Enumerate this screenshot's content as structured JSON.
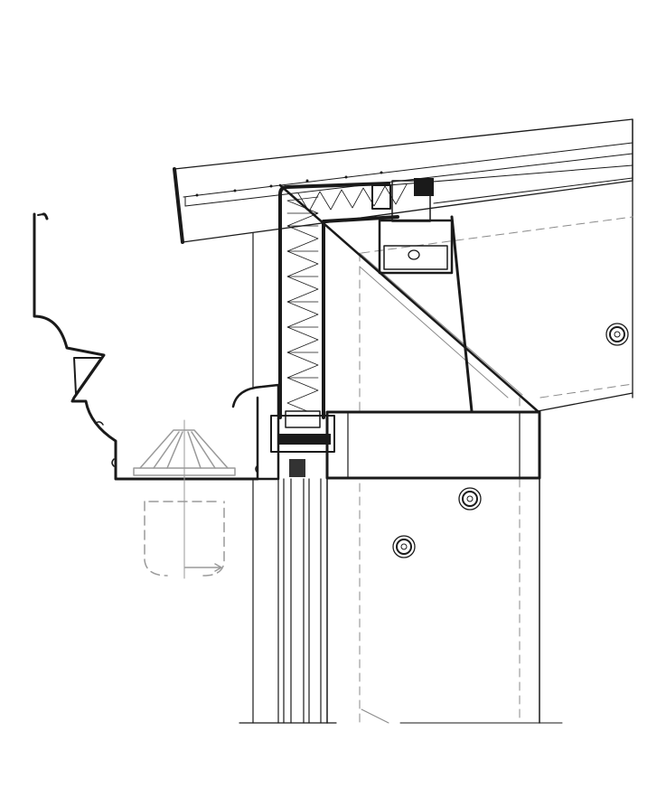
{
  "drawing": {
    "colors": {
      "line": "#1a1a1a",
      "hidden_line": "#8a8a8a",
      "outlet": "#9a9a9a",
      "background": "#ffffff"
    },
    "screws": [
      {
        "name": "screw-roof"
      },
      {
        "name": "screw-beam-upper"
      },
      {
        "name": "screw-beam-lower"
      }
    ]
  }
}
